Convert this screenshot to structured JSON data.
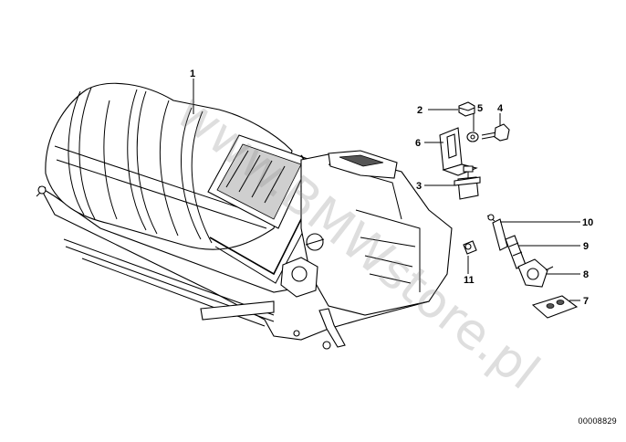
{
  "diagram": {
    "reference_number": "00008829",
    "watermark": "www.BMWstore.pl",
    "callouts": [
      {
        "id": "1",
        "label": "1"
      },
      {
        "id": "2",
        "label": "2"
      },
      {
        "id": "3",
        "label": "3"
      },
      {
        "id": "4",
        "label": "4"
      },
      {
        "id": "5",
        "label": "5"
      },
      {
        "id": "6",
        "label": "6"
      },
      {
        "id": "7",
        "label": "7"
      },
      {
        "id": "8",
        "label": "8"
      },
      {
        "id": "9",
        "label": "9"
      },
      {
        "id": "10",
        "label": "10"
      },
      {
        "id": "11",
        "label": "11"
      }
    ]
  }
}
